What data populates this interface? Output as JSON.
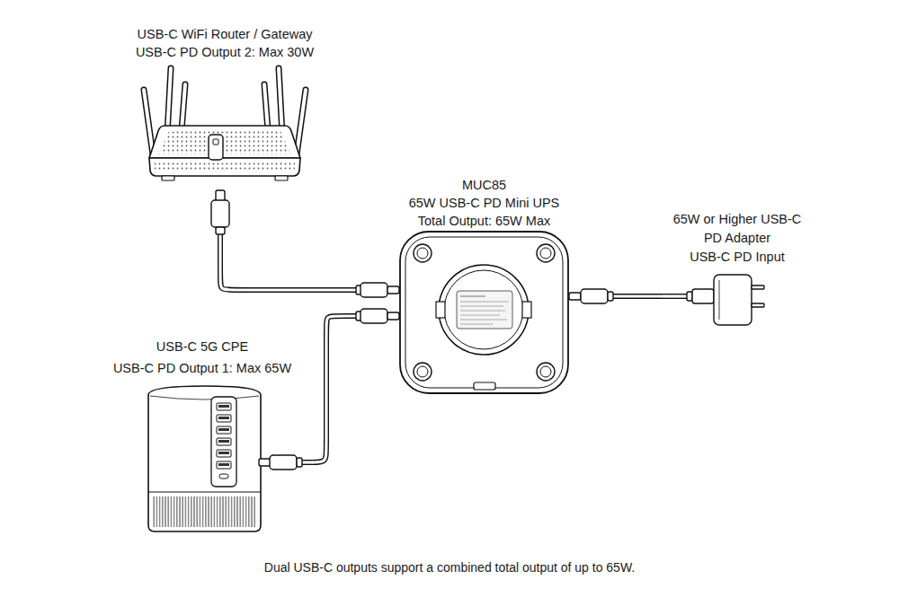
{
  "diagram": {
    "caption": "Dual USB-C outputs support a combined total output of up to 65W.",
    "nodes": [
      {
        "text": [
          "USB-C WiFi Router / Gateway",
          "USB-C PD Output 2: Max 30W"
        ]
      },
      {
        "text": [
          "MUC85",
          "65W USB-C PD Mini UPS",
          "Total Output: 65W Max"
        ]
      },
      {
        "text": [
          "65W or Higher USB-C PD Adapter",
          "USB-C PD Input"
        ]
      },
      {
        "text": [
          "USB-C 5G CPE",
          "USB-C PD Output 1: Max 65W"
        ]
      }
    ],
    "edges": [
      {
        "from": 1,
        "to": 0,
        "arrow": "none"
      },
      {
        "from": 1,
        "to": 3,
        "arrow": "none"
      },
      {
        "from": 2,
        "to": 1,
        "arrow": "none"
      }
    ]
  }
}
